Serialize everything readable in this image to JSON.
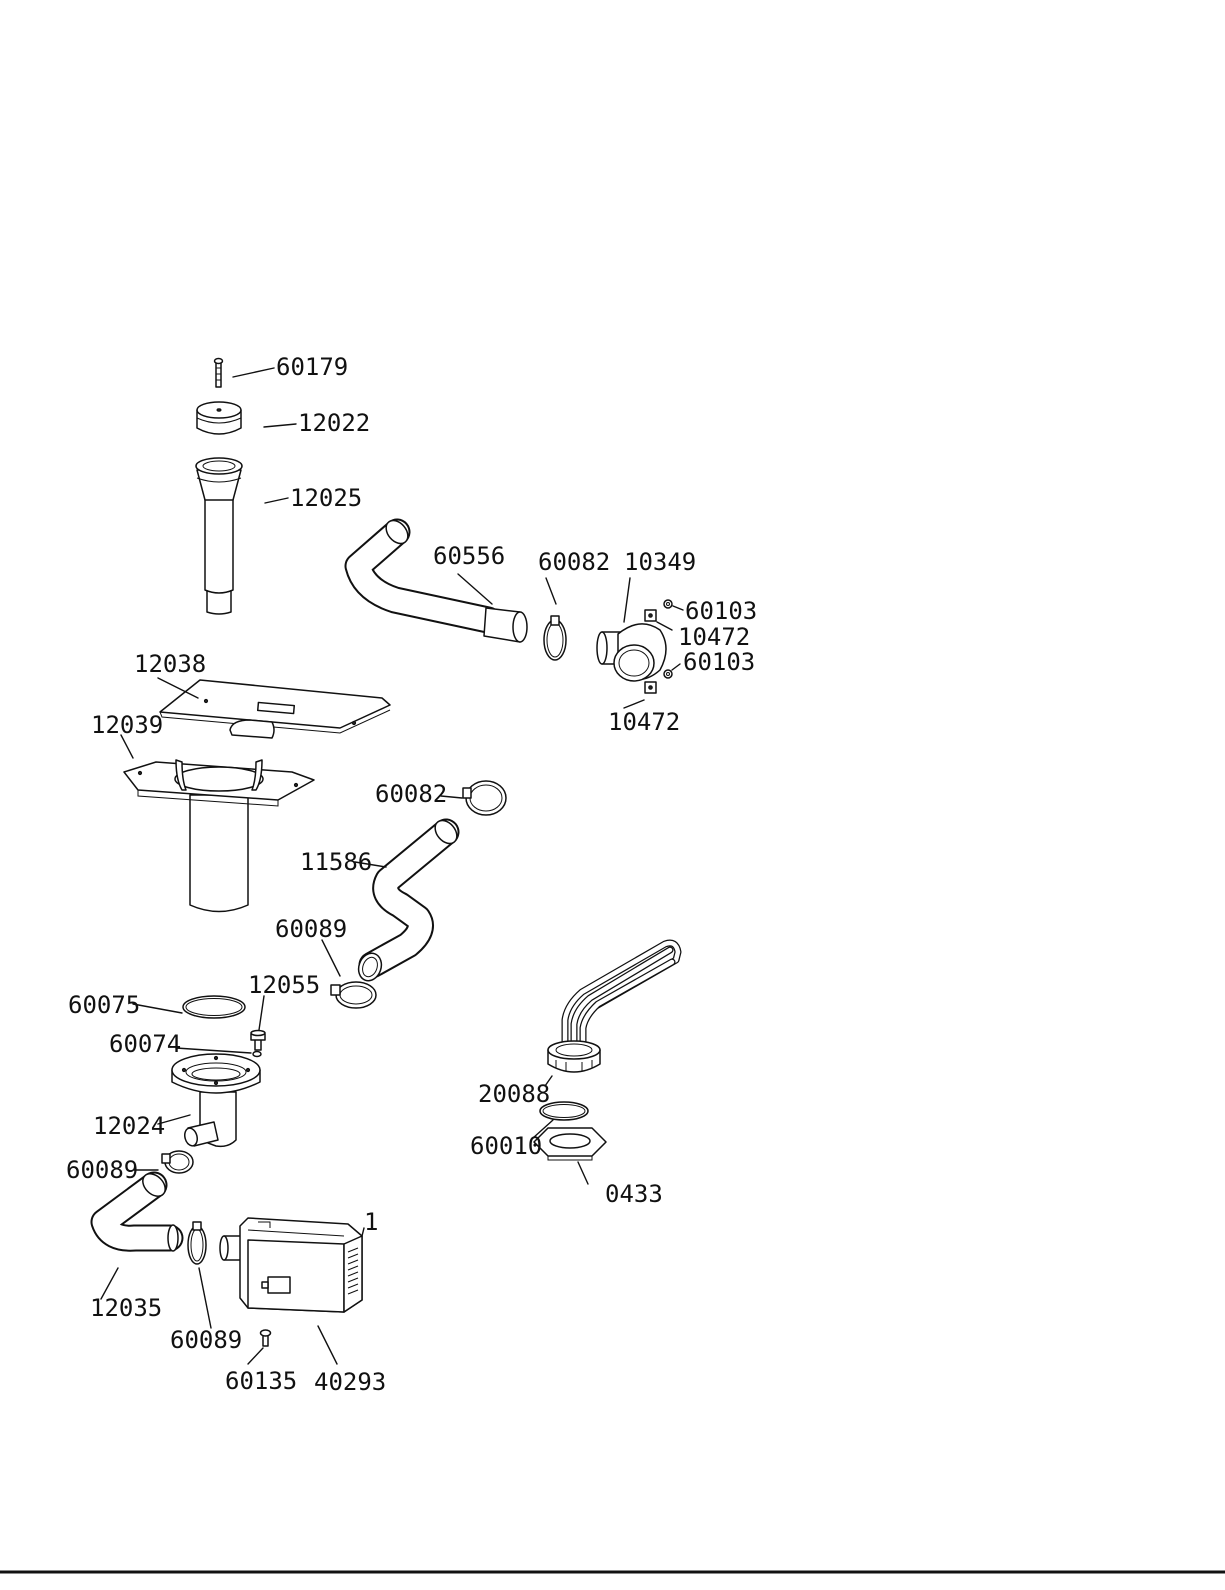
{
  "parts": {
    "p60179": "60179",
    "p12022": "12022",
    "p12025": "12025",
    "p60556": "60556",
    "p60082a": "60082",
    "p10349": "10349",
    "p60103a": "60103",
    "p10472a": "10472",
    "p60103b": "60103",
    "p10472b": "10472",
    "p12038": "12038",
    "p12039": "12039",
    "p60082b": "60082",
    "p11586": "11586",
    "p60089a": "60089",
    "p60075": "60075",
    "p12055": "12055",
    "p60074": "60074",
    "p12024": "12024",
    "p60089b": "60089",
    "p20088": "20088",
    "p60010": "60010",
    "p0433": "0433",
    "p1": "1",
    "p12035": "12035",
    "p60089c": "60089",
    "p60135": "60135",
    "p40293": "40293"
  }
}
